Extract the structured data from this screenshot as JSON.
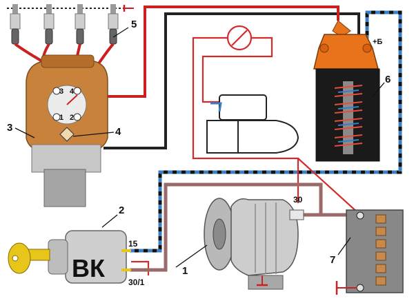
{
  "labels": {
    "ignition_switch": "2",
    "alternator": "1",
    "distributor": "3",
    "breaker": "4",
    "hv_leads": "5",
    "coil": "6",
    "battery": "7"
  },
  "terminals": {
    "switch_15": "15",
    "switch_30_1": "30/1",
    "alternator_30": "30",
    "coil_plus_b": "+Б"
  },
  "distributor_cap": {
    "n1": "1",
    "n2": "2",
    "n3": "3",
    "n4": "4"
  },
  "switch_overlay_text": "ВК",
  "colors": {
    "hv_wire": "#cc1f1f",
    "lv_wire": "#222222",
    "charge_wire": "#9a6a6a",
    "switched_wire_stripe": "#3a7fc4",
    "distributor_body": "#c8823c",
    "coil_cap": "#e8731a",
    "coil_body": "#1a1a1a",
    "battery_body": "#888888",
    "key": "#e8c51a"
  }
}
